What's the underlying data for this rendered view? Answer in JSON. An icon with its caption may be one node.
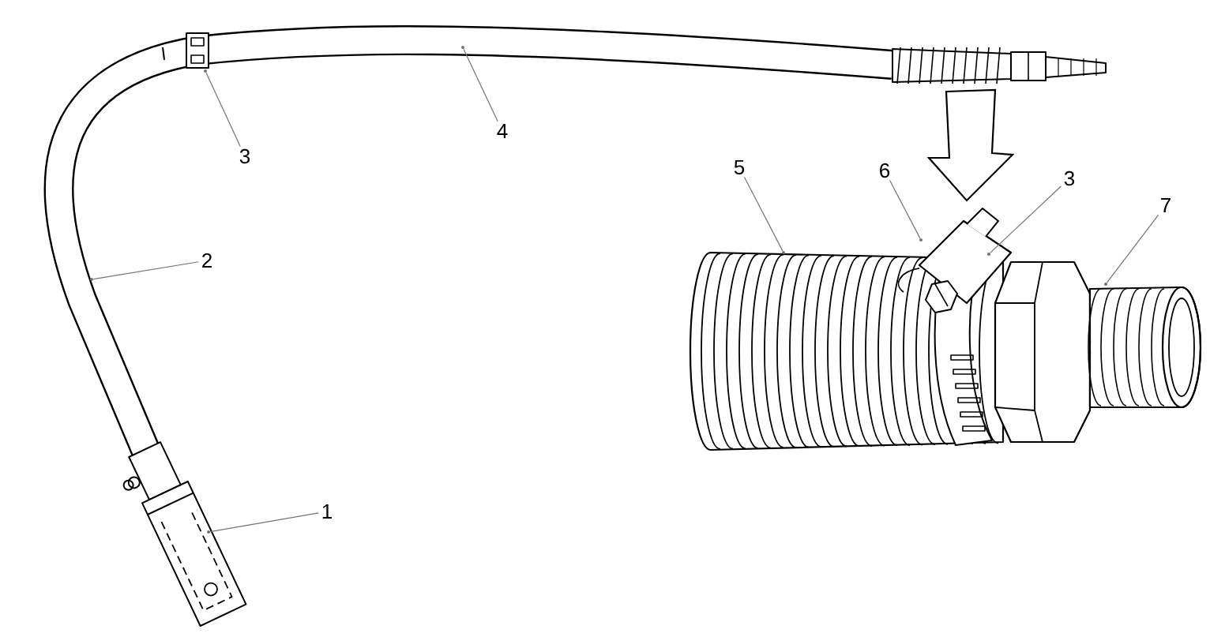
{
  "diagram": {
    "nodes": [
      {
        "text": [
          "1"
        ]
      },
      {
        "text": [
          "2"
        ]
      },
      {
        "text": [
          "3"
        ]
      },
      {
        "text": [
          "4"
        ]
      },
      {
        "text": [
          "5"
        ]
      },
      {
        "text": [
          "6"
        ]
      },
      {
        "text": [
          "3"
        ]
      },
      {
        "text": [
          "7"
        ]
      },
      {
        "text": [],
        "shape": "picture"
      },
      {
        "text": [],
        "shape": "picture"
      },
      {
        "text": [],
        "shape": "picture"
      },
      {
        "text": [],
        "shape": "picture"
      },
      {
        "text": [],
        "shape": "picture"
      },
      {
        "text": [],
        "shape": "picture"
      },
      {
        "text": [],
        "shape": "picture"
      },
      {
        "text": [],
        "shape": "picture"
      }
    ],
    "edges": [
      {
        "from": 0,
        "to": 8,
        "arrow": "none"
      },
      {
        "from": 1,
        "to": 9,
        "arrow": "none"
      },
      {
        "from": 2,
        "to": 10,
        "arrow": "none"
      },
      {
        "from": 3,
        "to": 11,
        "arrow": "none"
      },
      {
        "from": 4,
        "to": 12,
        "arrow": "none"
      },
      {
        "from": 5,
        "to": 13,
        "arrow": "none"
      },
      {
        "from": 6,
        "to": 14,
        "arrow": "none"
      },
      {
        "from": 7,
        "to": 15,
        "arrow": "none"
      }
    ]
  }
}
